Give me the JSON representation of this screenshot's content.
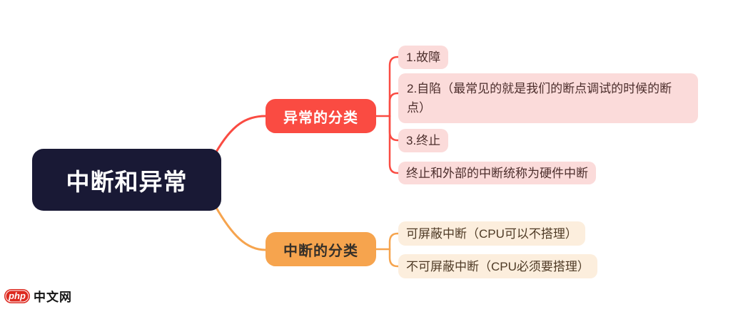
{
  "root": {
    "label": "中断和异常"
  },
  "branches": [
    {
      "label": "异常的分类",
      "color": "#fa4b42",
      "leaf_background": "#fbdbda",
      "leaf_text_color": "#4c2e2c",
      "children": [
        {
          "label": "1.故障"
        },
        {
          "label": "2.自陷（最常见的就是我们的断点调试的时候的断点）"
        },
        {
          "label": "3.终止"
        },
        {
          "label": "终止和外部的中断统称为硬件中断"
        }
      ]
    },
    {
      "label": "中断的分类",
      "color": "#f6a44e",
      "leaf_background": "#fceedd",
      "leaf_text_color": "#4f3b26",
      "children": [
        {
          "label": "可屏蔽中断（CPU可以不搭理）"
        },
        {
          "label": "不可屏蔽中断（CPU必须要搭理）"
        }
      ]
    }
  ],
  "colors": {
    "root_background": "#191935",
    "root_text": "#ffffff",
    "canvas_background": "#ffffff"
  },
  "watermark": {
    "logo_badge": "php",
    "logo_text": "中文网",
    "badge_color": "#dd2a20"
  }
}
